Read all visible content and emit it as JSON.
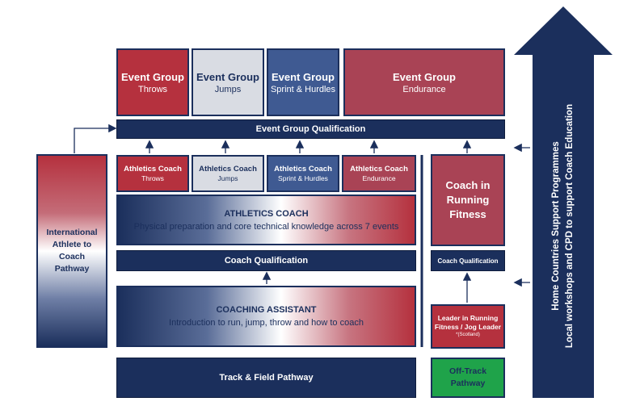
{
  "event_groups": [
    {
      "title": "Event Group",
      "sub": "Throws"
    },
    {
      "title": "Event Group",
      "sub": "Jumps"
    },
    {
      "title": "Event Group",
      "sub": "Sprint & Hurdles"
    },
    {
      "title": "Event Group",
      "sub": "Endurance"
    }
  ],
  "event_group_qualification": "Event Group Qualification",
  "athletics_coach_groups": [
    {
      "title": "Athletics Coach",
      "sub": "Throws"
    },
    {
      "title": "Athletics Coach",
      "sub": "Jumps"
    },
    {
      "title": "Athletics Coach",
      "sub": "Sprint & Hurdles"
    },
    {
      "title": "Athletics Coach",
      "sub": "Endurance"
    }
  ],
  "athletics_coach": {
    "title": "ATHLETICS COACH",
    "desc": "Physical preparation and core technical knowledge across 7 events"
  },
  "coach_qualification": "Coach Qualification",
  "coaching_assistant": {
    "title": "COACHING ASSISTANT",
    "desc": "Introduction to run, jump, throw and how to coach"
  },
  "track_field_pathway": "Track & Field Pathway",
  "international_athlete": "International Athlete to Coach Pathway",
  "coach_running_fitness": "Coach in Running Fitness",
  "rf_coach_qualification": "Coach Qualification",
  "leader_running_fitness": {
    "title": "Leader in Running Fitness / Jog Leader",
    "note": "*(Scotland)"
  },
  "off_track_pathway": "Off-Track Pathway",
  "home_countries": {
    "line1": "Home Countries Support Programmes",
    "line2": "Local workshops and CPD to support Coach Education"
  },
  "colors": {
    "navy": "#1b2f5c",
    "red": "#b5313e",
    "green": "#1fa34a"
  }
}
